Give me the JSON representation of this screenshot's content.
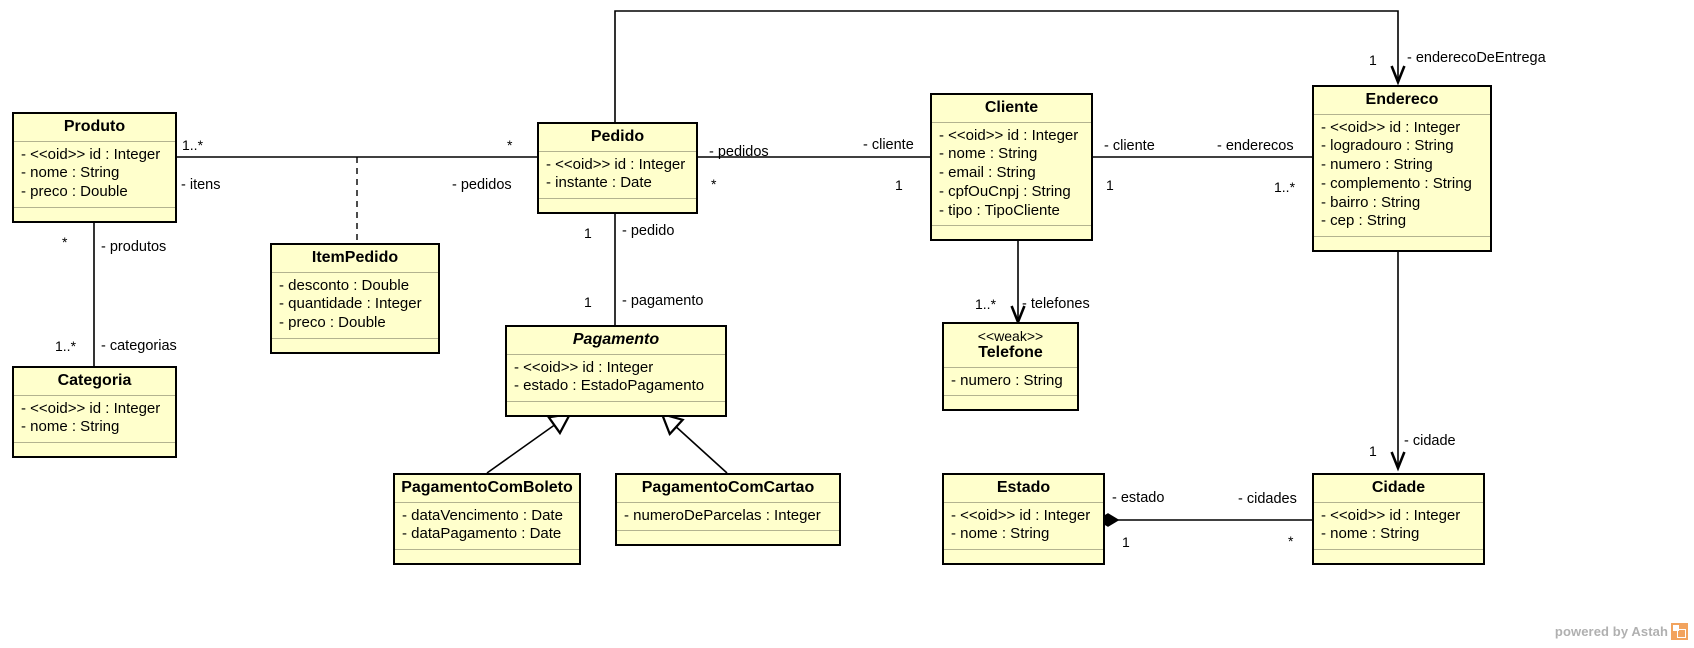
{
  "diagram": {
    "type": "uml-class-diagram",
    "tool_watermark": "powered by Astah",
    "colors": {
      "class_fill": "#ffffcc",
      "class_border": "#000000",
      "line": "#000000",
      "watermark_text": "#b0b0b0",
      "watermark_logo": "#f2a35e"
    }
  },
  "classes": [
    {
      "id": "produto",
      "name": "Produto",
      "stereotype": "",
      "abstract": false,
      "attributes": [
        "- <<oid>> id : Integer",
        "- nome : String",
        "- preco : Double"
      ]
    },
    {
      "id": "categoria",
      "name": "Categoria",
      "stereotype": "",
      "abstract": false,
      "attributes": [
        "- <<oid>> id : Integer",
        "- nome : String"
      ]
    },
    {
      "id": "itempedido",
      "name": "ItemPedido",
      "stereotype": "",
      "abstract": false,
      "attributes": [
        "- desconto : Double",
        "- quantidade : Integer",
        "- preco : Double"
      ]
    },
    {
      "id": "pedido",
      "name": "Pedido",
      "stereotype": "",
      "abstract": false,
      "attributes": [
        "- <<oid>> id : Integer",
        "- instante : Date"
      ]
    },
    {
      "id": "pagamento",
      "name": "Pagamento",
      "stereotype": "",
      "abstract": true,
      "attributes": [
        "- <<oid>> id : Integer",
        "- estado : EstadoPagamento"
      ]
    },
    {
      "id": "pagamentocomboleto",
      "name": "PagamentoComBoleto",
      "stereotype": "",
      "abstract": false,
      "attributes": [
        "- dataVencimento : Date",
        "- dataPagamento : Date"
      ]
    },
    {
      "id": "pagamentocomcartao",
      "name": "PagamentoComCartao",
      "stereotype": "",
      "abstract": false,
      "attributes": [
        "- numeroDeParcelas : Integer"
      ]
    },
    {
      "id": "cliente",
      "name": "Cliente",
      "stereotype": "",
      "abstract": false,
      "attributes": [
        "- <<oid>> id : Integer",
        "- nome : String",
        "- email : String",
        "- cpfOuCnpj : String",
        "- tipo : TipoCliente"
      ]
    },
    {
      "id": "telefone",
      "name": "Telefone",
      "stereotype": "<<weak>>",
      "abstract": false,
      "attributes": [
        "- numero : String"
      ]
    },
    {
      "id": "estado",
      "name": "Estado",
      "stereotype": "",
      "abstract": false,
      "attributes": [
        "- <<oid>> id : Integer",
        "- nome : String"
      ]
    },
    {
      "id": "endereco",
      "name": "Endereco",
      "stereotype": "",
      "abstract": false,
      "attributes": [
        "- <<oid>> id : Integer",
        "- logradouro : String",
        "- numero : String",
        "- complemento : String",
        "- bairro : String",
        "- cep : String"
      ]
    },
    {
      "id": "cidade",
      "name": "Cidade",
      "stereotype": "",
      "abstract": false,
      "attributes": [
        "- <<oid>> id : Integer",
        "- nome : String"
      ]
    }
  ],
  "edge_labels": {
    "produto_itens": "- itens",
    "produto_mult": "1..*",
    "pedido_mult_left": "*",
    "pedido_pedidos_left": "- pedidos",
    "produto_produtos": "- produtos",
    "produto_produtos_mult": "*",
    "categoria_categorias": "- categorias",
    "categoria_mult": "1..*",
    "pedido_pedidos_right": "- pedidos",
    "pedido_mult_right": "*",
    "cliente_role": "- cliente",
    "cliente_mult": "1",
    "pedido_pedido_role": "- pedido",
    "pedido_pedido_mult": "1",
    "pagamento_role": "- pagamento",
    "pagamento_mult": "1",
    "cliente_role2": "- cliente",
    "cliente_mult2": "1",
    "endereco_enderecos": "- enderecos",
    "endereco_mult": "1..*",
    "telefones_role": "- telefones",
    "telefones_mult": "1..*",
    "enderecodeentrega_role": "- enderecoDeEntrega",
    "enderecodeentrega_mult": "1",
    "cidade_role": "- cidade",
    "cidade_mult": "1",
    "estado_role": "- estado",
    "estado_mult": "1",
    "cidades_role": "- cidades",
    "cidades_mult": "*"
  }
}
